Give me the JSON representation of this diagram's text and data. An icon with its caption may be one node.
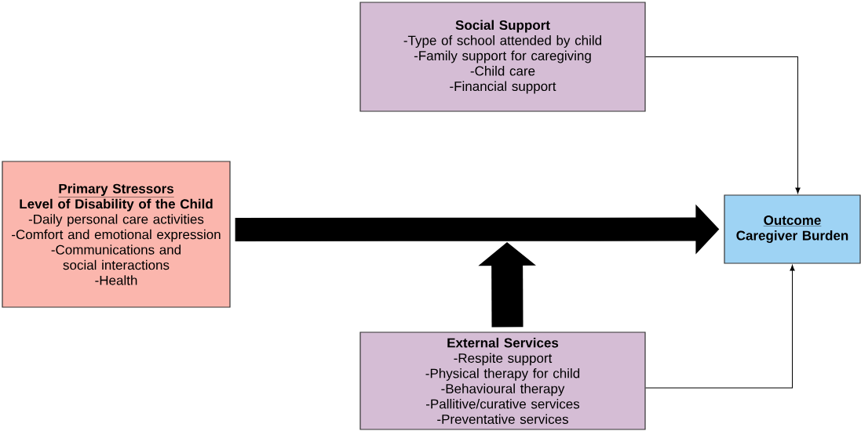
{
  "diagram": {
    "nodes": [
      {
        "text": [
          "Social Support",
          "-Type of school attended by child",
          "-Family support for caregiving",
          "-Child care",
          "-Financial support"
        ]
      },
      {
        "text": [
          "Primary Stressors",
          "Level of Disability of the Child",
          "-Daily personal care activities",
          "-Comfort and emotional expression",
          "-Communications and social interactions",
          "-Health"
        ]
      },
      {
        "text": [
          "Outcome",
          "Caregiver Burden"
        ]
      },
      {
        "text": [
          "External Services",
          "-Respite support",
          "-Physical therapy for child",
          "-Behavioural therapy",
          "-Pallitive/curative services",
          "-Preventative services"
        ]
      }
    ],
    "edges": [
      {
        "from": 0,
        "to": 2,
        "arrow": "to"
      },
      {
        "from": 1,
        "to": 2,
        "arrow": "to",
        "style": "thick"
      },
      {
        "from": 3,
        "to": null,
        "arrow": "to",
        "style": "thick"
      },
      {
        "from": 3,
        "to": 2,
        "arrow": "to"
      }
    ]
  }
}
